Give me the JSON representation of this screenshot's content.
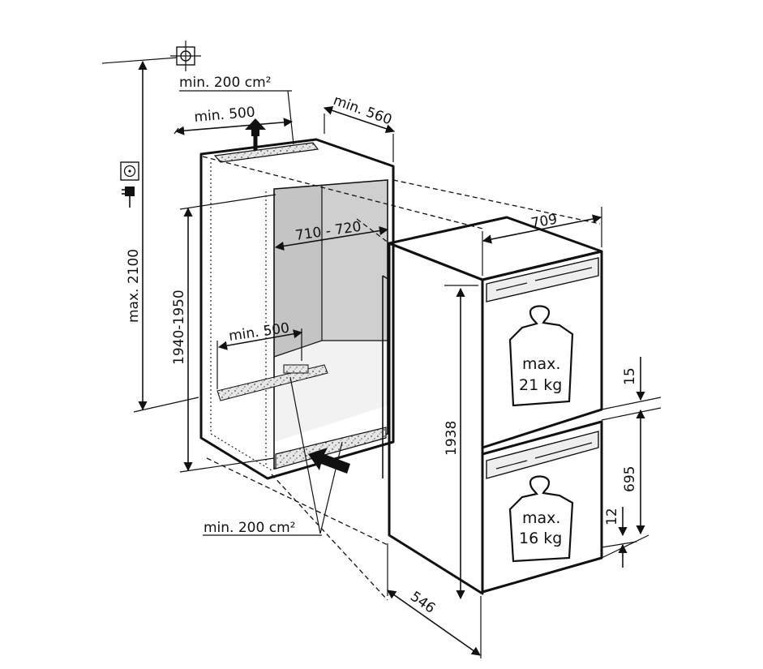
{
  "labels": {
    "top_vent_area": "min. 200 cm²",
    "top_vent_width": "min. 500",
    "niche_depth": "min. 560",
    "max_height": "max. 2100",
    "niche_height": "1940-1950",
    "niche_width": "710 - 720",
    "bottom_vent_width": "min. 500",
    "bottom_vent_area": "min. 200 cm²",
    "appliance_width": "709",
    "appliance_height": "1938",
    "appliance_depth": "546",
    "gap_top": "15",
    "lower_door_height": "695",
    "gap_bottom": "12"
  },
  "weights": {
    "upper_line1": "max.",
    "upper_line2": "21 kg",
    "lower_line1": "max.",
    "lower_line2": "16 kg"
  },
  "icons": [
    "ceiling-anchor-icon",
    "socket-icon",
    "plug-icon",
    "weight-icon",
    "airflow-arrow-icon"
  ]
}
